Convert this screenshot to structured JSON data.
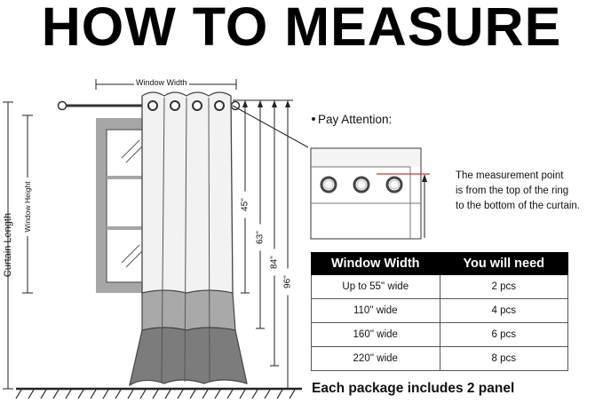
{
  "title": "HOW TO MEASURE",
  "labels": {
    "window_width": "Window Width",
    "window_height": "Window Height",
    "curtain_length": "Curtain Length",
    "lengths": [
      "45''",
      "63''",
      "84''",
      "96''"
    ]
  },
  "attention": {
    "heading": "Pay Attention:",
    "note_lines": [
      "The measurement point",
      "is from the top of the ring",
      "to the bottom of the curtain."
    ]
  },
  "table": {
    "headers": [
      "Window Width",
      "You will need"
    ],
    "rows": [
      [
        "Up to 55'' wide",
        "2 pcs"
      ],
      [
        "110'' wide",
        "4 pcs"
      ],
      [
        "160'' wide",
        "6 pcs"
      ],
      [
        "220'' wide",
        "8 pcs"
      ]
    ]
  },
  "footer": "Each package includes 2 panel",
  "colors": {
    "header_bg": "#000000",
    "header_text": "#ffffff",
    "curtain_light": "#f2f2f2",
    "curtain_mid": "#a9a9a9",
    "curtain_dark": "#7c7c7c",
    "window_frame": "#a6a6a6",
    "accent_red": "#d93030"
  },
  "icons": [
    "bullet-icon",
    "grommet-ring-icon"
  ]
}
